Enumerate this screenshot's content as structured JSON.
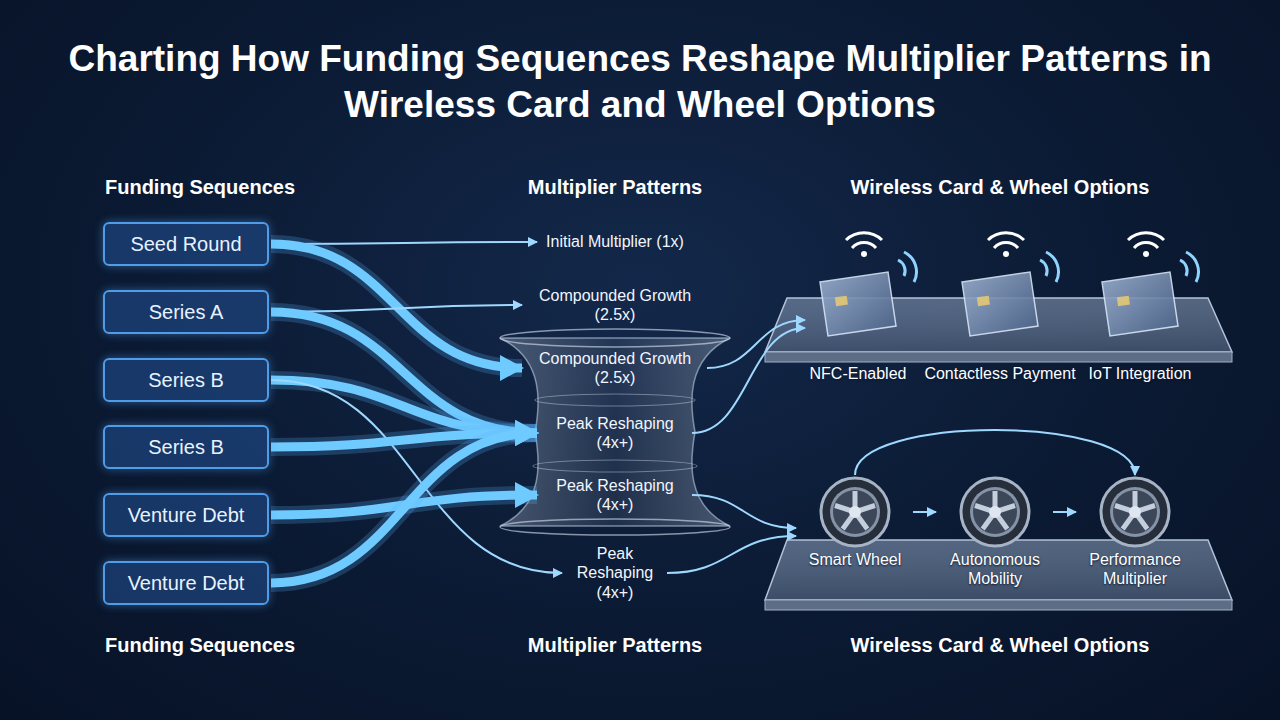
{
  "diagram": {
    "title": "Charting How Funding Sequences Reshape Multiplier Patterns in Wireless Card and Wheel Options",
    "nodes": [
      {
        "text": [
          "Seed Round"
        ]
      },
      {
        "text": [
          "Series A"
        ]
      },
      {
        "text": [
          "Series B"
        ]
      },
      {
        "text": [
          "Series B"
        ]
      },
      {
        "text": [
          "Venture Debt"
        ]
      },
      {
        "text": [
          "Venture Debt"
        ]
      },
      {
        "text": [
          "Initial Multiplier (1x)"
        ]
      },
      {
        "text": [
          "Compounded Growth (2.5x)"
        ]
      },
      {
        "text": [
          "Compounded Growth (2.5x)"
        ]
      },
      {
        "text": [
          "Peak Reshaping (4x+)"
        ]
      },
      {
        "text": [
          "Peak Reshaping (4x+)"
        ]
      },
      {
        "text": [
          "Peak Reshaping (4x+)"
        ]
      },
      {
        "text": [
          "NFC-Enabled"
        ]
      },
      {
        "text": [
          "Contactless Payment"
        ]
      },
      {
        "text": [
          "IoT Integration"
        ]
      },
      {
        "text": [
          "Smart Wheel"
        ]
      },
      {
        "text": [
          "Autonomous Mobility"
        ]
      },
      {
        "text": [
          "Performance Multiplier"
        ]
      }
    ],
    "edges": [
      {
        "from": 0,
        "to": 6,
        "arrow": "to"
      },
      {
        "from": 0,
        "to": 8,
        "arrow": "to"
      },
      {
        "from": 1,
        "to": 7,
        "arrow": "to"
      },
      {
        "from": 1,
        "to": 9,
        "arrow": "to"
      },
      {
        "from": 2,
        "to": 9,
        "arrow": "to"
      },
      {
        "from": 2,
        "to": 11,
        "arrow": "to"
      },
      {
        "from": 3,
        "to": 9,
        "arrow": "to"
      },
      {
        "from": 4,
        "to": 10,
        "arrow": "to"
      },
      {
        "from": 5,
        "to": 9,
        "arrow": "to"
      },
      {
        "from": 8,
        "to": 12,
        "arrow": "to"
      },
      {
        "from": 9,
        "to": 12,
        "arrow": "to"
      },
      {
        "from": 10,
        "to": 15,
        "arrow": "to"
      },
      {
        "from": 11,
        "to": 15,
        "arrow": "to"
      },
      {
        "from": 15,
        "to": 16,
        "arrow": "to"
      },
      {
        "from": 16,
        "to": 17,
        "arrow": "to"
      },
      {
        "from": 15,
        "to": 17,
        "arrow": "to"
      }
    ],
    "labels": [
      "Funding Sequences",
      "Multiplier Patterns",
      "Wireless Card & Wheel Options",
      "Funding Sequences",
      "Multiplier Patterns",
      "Wireless Card & Wheel Options"
    ]
  }
}
